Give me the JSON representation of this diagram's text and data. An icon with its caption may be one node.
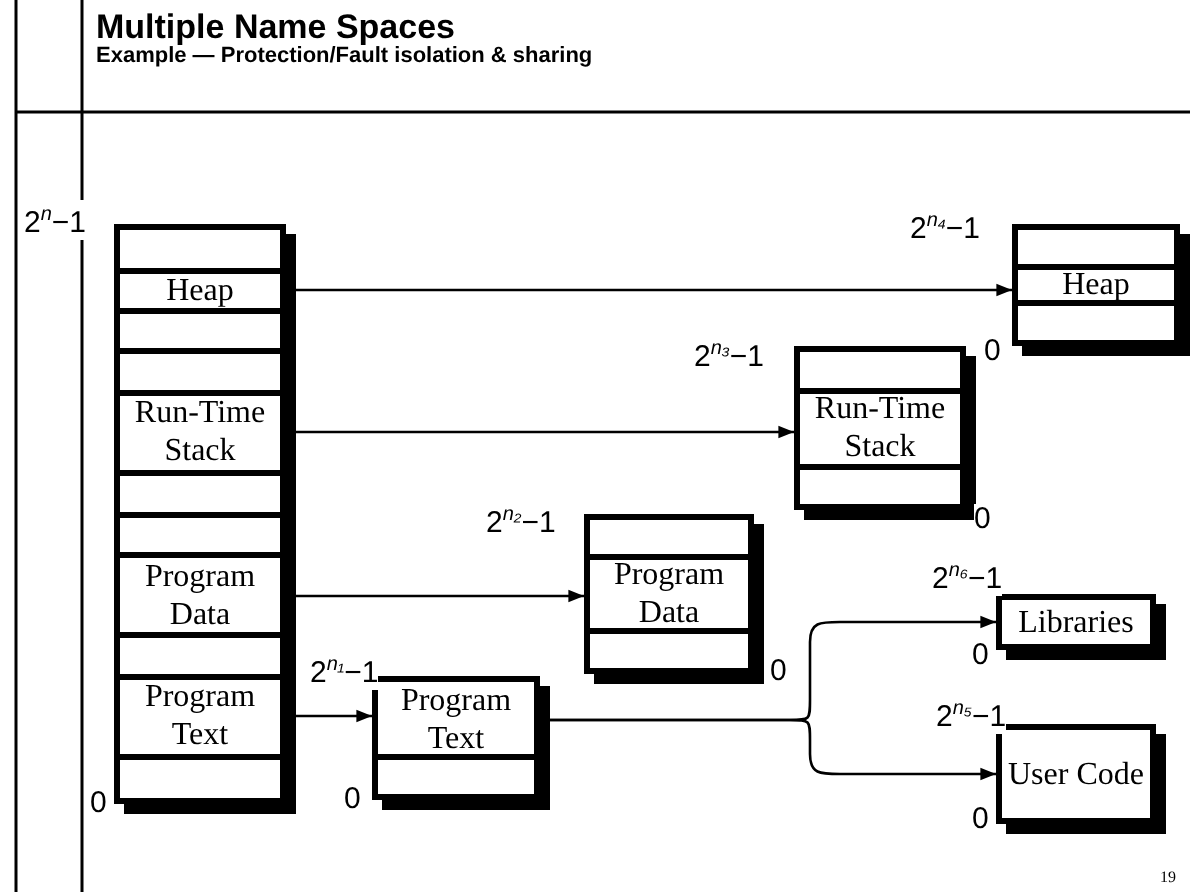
{
  "diagram": {
    "title": "Multiple Name Spaces",
    "nodes": [
      {
        "text": [],
        "shape": "box",
        "beside": [
          "2$^{n}$−1",
          "0"
        ]
      },
      {
        "text": [
          "Heap"
        ],
        "in": 0
      },
      {
        "text": [
          "Run-Time Stack"
        ],
        "in": 0
      },
      {
        "text": [
          "Program Data"
        ],
        "in": 0
      },
      {
        "text": [
          "Program Text"
        ],
        "in": 0
      },
      {
        "text": [
          "Heap"
        ],
        "beside": [
          "2$^{n₄}$−1",
          "0"
        ]
      },
      {
        "text": [
          "Run-Time Stack"
        ],
        "beside": [
          "2$^{n₃}$−1",
          "0"
        ]
      },
      {
        "text": [
          "Program Data"
        ],
        "beside": [
          "2$^{n₂}$−1",
          "0"
        ]
      },
      {
        "text": [
          "Program Text"
        ],
        "beside": [
          "2$^{n₁}$−1",
          "0"
        ]
      },
      {
        "text": [
          "Libraries"
        ],
        "beside": [
          "2$^{n₆}$−1",
          "0"
        ]
      },
      {
        "text": [
          "User Code"
        ],
        "beside": [
          "2$^{n₅}$−1",
          "0"
        ]
      }
    ],
    "edges": [
      {
        "from": 1,
        "to": 5,
        "arrow": "to"
      },
      {
        "from": 2,
        "to": 6,
        "arrow": "to"
      },
      {
        "from": 3,
        "to": 7,
        "arrow": "to"
      },
      {
        "from": 4,
        "to": 8,
        "arrow": "to"
      },
      {
        "from": 8,
        "to": 9,
        "arrow": "to"
      },
      {
        "from": 8,
        "to": 10,
        "arrow": "to"
      }
    ],
    "labels": [
      "Example — Protection/Fault isolation & sharing",
      "19"
    ]
  }
}
